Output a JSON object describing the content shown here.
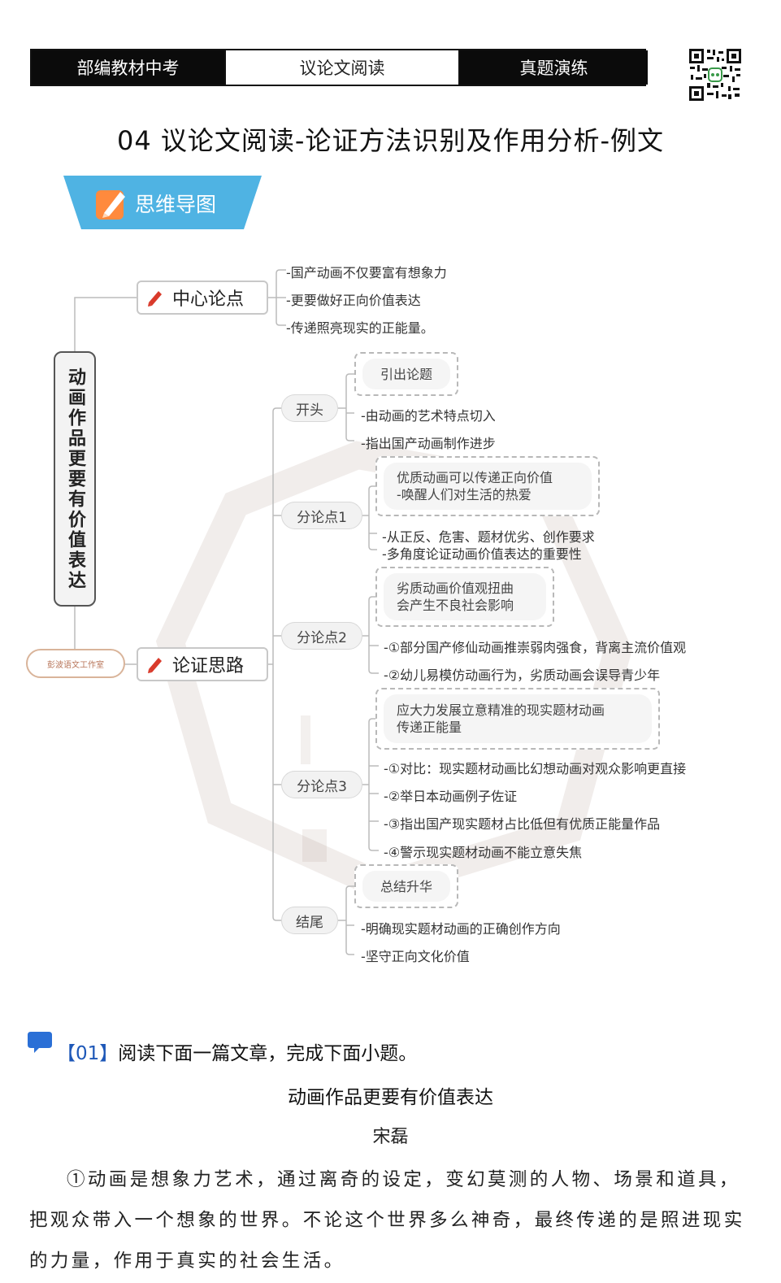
{
  "header": {
    "tabs": [
      "部编教材中考",
      "议论文阅读",
      "真题演练"
    ]
  },
  "page_title": "04 议论文阅读-论证方法识别及作用分析-例文",
  "mindmap": {
    "banner": "思维导图",
    "root": "动画作品更要有价值表达",
    "stamp": "彭波语文工作室",
    "central": {
      "label": "中心论点",
      "items": [
        "-国产动画不仅要富有想象力",
        "-更要做好正向价值表达",
        "-传递照亮现实的正能量。"
      ]
    },
    "logic": {
      "label": "论证思路",
      "sections": [
        {
          "label": "开头",
          "box": [
            "引出论题"
          ],
          "items": [
            "-由动画的艺术特点切入",
            "-指出国产动画制作进步"
          ]
        },
        {
          "label": "分论点1",
          "box": [
            "优质动画可以传递正向价值",
            "-唤醒人们对生活的热爱"
          ],
          "items": [
            "-从正反、危害、题材优劣、创作要求",
            "-多角度论证动画价值表达的重要性"
          ]
        },
        {
          "label": "分论点2",
          "box": [
            "劣质动画价值观扭曲",
            "会产生不良社会影响"
          ],
          "items": [
            "-①部分国产修仙动画推崇弱肉强食，背离主流价值观",
            "-②幼儿易模仿动画行为，劣质动画会误导青少年"
          ]
        },
        {
          "label": "分论点3",
          "box": [
            "应大力发展立意精准的现实题材动画",
            "传递正能量"
          ],
          "items": [
            "-①对比：现实题材动画比幻想动画对观众影响更直接",
            "-②举日本动画例子佐证",
            "-③指出国产现实题材占比低但有优质正能量作品",
            "-④警示现实题材动画不能立意失焦"
          ]
        },
        {
          "label": "结尾",
          "box": [
            "总结升华"
          ],
          "items": [
            "-明确现实题材动画的正确创作方向",
            "-坚守正向文化价值"
          ]
        }
      ]
    }
  },
  "question": {
    "number": "【01】",
    "text": "阅读下面一篇文章，完成下面小题。"
  },
  "article": {
    "title": "动画作品更要有价值表达",
    "author": "宋磊",
    "paragraph1": "①动画是想象力艺术，通过离奇的设定，变幻莫测的人物、场景和道具，把观众带入一个想象的世界。不论这个世界多么神奇，最终传递的是照进现实的力量，作用于真实的社会生活。"
  },
  "colors": {
    "banner": "#4fb3e3",
    "pencil": "#d93a2b",
    "question_icon": "#2a6fd6",
    "link": "#1e58b8"
  }
}
